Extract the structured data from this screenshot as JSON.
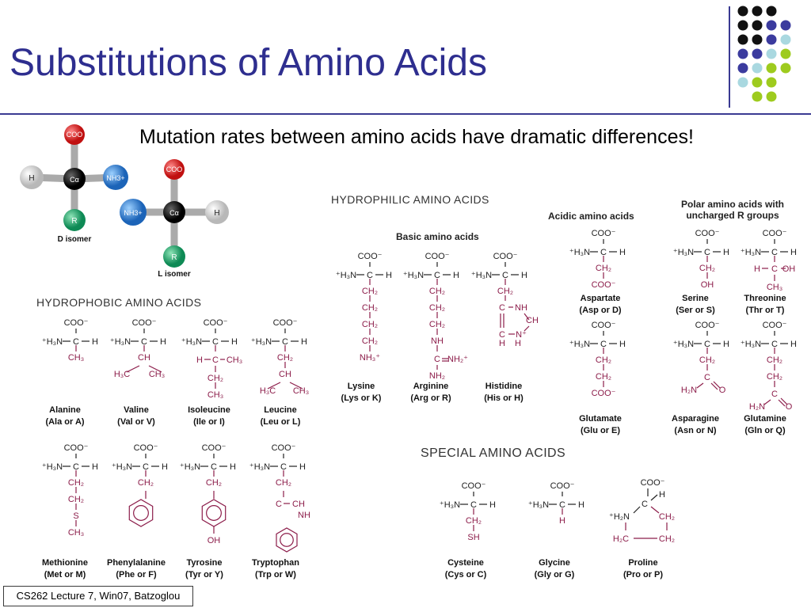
{
  "slide": {
    "title": "Substitutions of Amino Acids",
    "subtitle": "Mutation rates between amino acids have dramatic differences!",
    "footer": "CS262 Lecture 7, Win07, Batzoglou"
  },
  "decoration": {
    "dot_colors": [
      "#111111",
      "#3b3b9e",
      "#a9d8e0",
      "#9ecb1e"
    ]
  },
  "isomers": {
    "d_label": "D isomer",
    "l_label": "L isomer",
    "atoms": {
      "coo": "COO",
      "h": "H",
      "nh3": "NH3+",
      "r": "R",
      "ca": "Cα"
    }
  },
  "sections": {
    "hydrophilic": "HYDROPHILIC AMINO ACIDS",
    "hydrophobic": "HYDROPHOBIC AMINO ACIDS",
    "special": "SPECIAL AMINO ACIDS",
    "basic": "Basic amino acids",
    "acidic": "Acidic amino acids",
    "polar_1": "Polar amino acids with",
    "polar_2": "uncharged R groups"
  },
  "amino_acids": {
    "alanine": {
      "name": "Alanine",
      "code": "(Ala or A)"
    },
    "valine": {
      "name": "Valine",
      "code": "(Val or V)"
    },
    "isoleucine": {
      "name": "Isoleucine",
      "code": "(Ile or I)"
    },
    "leucine": {
      "name": "Leucine",
      "code": "(Leu or L)"
    },
    "methionine": {
      "name": "Methionine",
      "code": "(Met or M)"
    },
    "phenylalanine": {
      "name": "Phenylalanine",
      "code": "(Phe or F)"
    },
    "tyrosine": {
      "name": "Tyrosine",
      "code": "(Tyr or Y)"
    },
    "tryptophan": {
      "name": "Tryptophan",
      "code": "(Trp or W)"
    },
    "lysine": {
      "name": "Lysine",
      "code": "(Lys or K)"
    },
    "arginine": {
      "name": "Arginine",
      "code": "(Arg or R)"
    },
    "histidine": {
      "name": "Histidine",
      "code": "(His or H)"
    },
    "aspartate": {
      "name": "Aspartate",
      "code": "(Asp or D)"
    },
    "glutamate": {
      "name": "Glutamate",
      "code": "(Glu or E)"
    },
    "serine": {
      "name": "Serine",
      "code": "(Ser or S)"
    },
    "threonine": {
      "name": "Threonine",
      "code": "(Thr or T)"
    },
    "asparagine": {
      "name": "Asparagine",
      "code": "(Asn or N)"
    },
    "glutamine": {
      "name": "Glutamine",
      "code": "(Gln or Q)"
    },
    "cysteine": {
      "name": "Cysteine",
      "code": "(Cys or C)"
    },
    "glycine": {
      "name": "Glycine",
      "code": "(Gly or G)"
    },
    "proline": {
      "name": "Proline",
      "code": "(Pro or P)"
    }
  }
}
